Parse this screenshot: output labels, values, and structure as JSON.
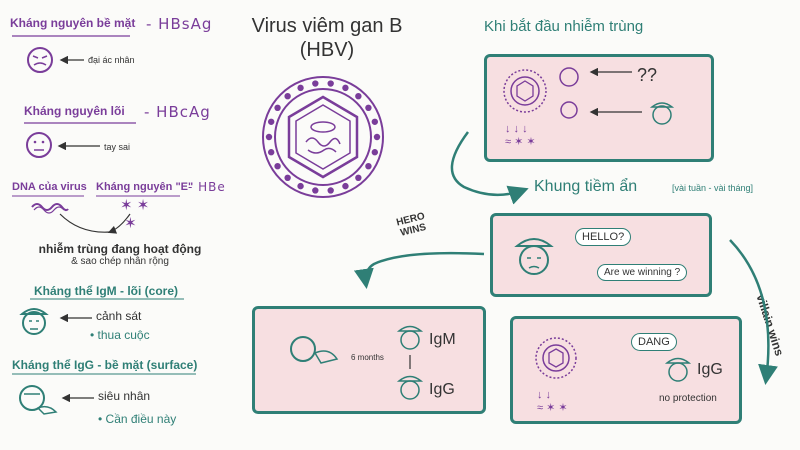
{
  "title": {
    "line1": "Virus viêm gan B",
    "line2": "(HBV)"
  },
  "left": {
    "hbsag_label": "Kháng nguyên bề mặt",
    "hbsag_code": "- HBsAg",
    "hbsag_note": "đại ác nhân",
    "hbcag_label": "Kháng nguyên lõi",
    "hbcag_code": "- HBcAg",
    "hbcag_note": "tay sai",
    "dna_label": "DNA của virus",
    "hbe_label": "Kháng nguyên \"E\"",
    "hbe_code": "- HBe",
    "active_line1": "nhiễm trùng đang hoạt động",
    "active_line2": "& sao chép nhân rộng",
    "igm_label": "Kháng thể IgM - lõi (core)",
    "igm_note1": "cảnh sát",
    "igm_note2": "• thua cuộc",
    "igg_label": "Kháng thể IgG - bề mặt (surface)",
    "igg_note1": "siêu nhân",
    "igg_note2": "• Cần điều này"
  },
  "flow": {
    "start_title": "Khi bắt đầu nhiễm trùng",
    "start_qmarks": "??",
    "latent_title": "Khung tiềm ẩn",
    "latent_range": "[vài tuần - vài tháng]",
    "latent_hello": "HELLO?",
    "latent_winning": "Are we winning ?",
    "hero_wins": "HERO WINS",
    "villain_wins": "villain wins",
    "hero_months": "6 months",
    "hero_igm": "IgM",
    "hero_igg": "IgG",
    "villain_dang": "DANG",
    "villain_igg": "IgG",
    "villain_noprot": "no protection"
  },
  "colors": {
    "purple": "#7a3d9a",
    "teal": "#2f7f76",
    "panel": "#f7dfe1"
  }
}
